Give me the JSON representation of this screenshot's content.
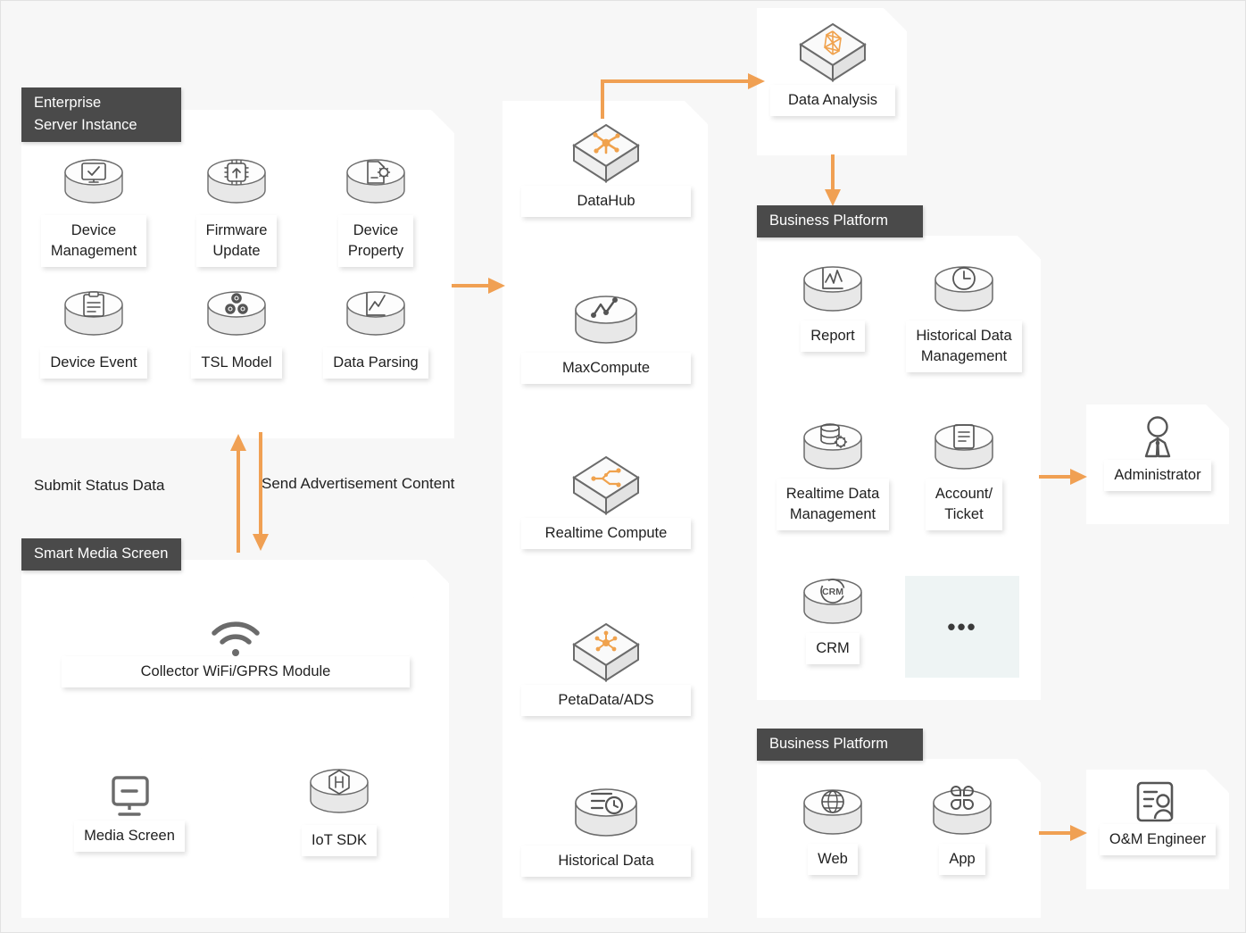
{
  "colors": {
    "arrow": "#f0a053",
    "panel_bg": "#ffffff",
    "canvas_bg": "#f7f7f7",
    "title_bg": "#4a4a4a",
    "title_fg": "#ffffff",
    "icon_stroke": "#6b6b6b",
    "icon_accent": "#f0a24d",
    "ellipsis_bg": "#eef4f4"
  },
  "panels": {
    "enterprise_server": {
      "title": "Enterprise\nServer Instance",
      "nodes": [
        {
          "label": "Device\nManagement",
          "icon": "device-management-icon"
        },
        {
          "label": "Firmware\nUpdate",
          "icon": "firmware-update-icon"
        },
        {
          "label": "Device\nProperty",
          "icon": "device-property-icon"
        },
        {
          "label": "Device Event",
          "icon": "device-event-icon"
        },
        {
          "label": "TSL Model",
          "icon": "tsl-model-icon"
        },
        {
          "label": "Data Parsing",
          "icon": "data-parsing-icon"
        }
      ]
    },
    "smart_media_screen": {
      "title": "Smart Media Screen",
      "collector": {
        "label": "Collector WiFi/GPRS Module",
        "icon": "wifi-icon"
      },
      "nodes": [
        {
          "label": "Media Screen",
          "icon": "media-screen-icon"
        },
        {
          "label": "IoT SDK",
          "icon": "iot-sdk-icon"
        }
      ]
    },
    "data_stack": {
      "nodes": [
        {
          "label": "DataHub",
          "icon": "datahub-icon"
        },
        {
          "label": "MaxCompute",
          "icon": "maxcompute-icon"
        },
        {
          "label": "Realtime Compute",
          "icon": "realtime-compute-icon"
        },
        {
          "label": "PetaData/ADS",
          "icon": "petadata-ads-icon"
        },
        {
          "label": "Historical Data",
          "icon": "historical-data-icon"
        }
      ]
    },
    "data_analysis": {
      "node": {
        "label": "Data Analysis",
        "icon": "data-analysis-icon"
      }
    },
    "business_platform_top": {
      "title": "Business Platform",
      "nodes": [
        {
          "label": "Report",
          "icon": "report-icon"
        },
        {
          "label": "Historical Data\nManagement",
          "icon": "clock-icon"
        },
        {
          "label": "Realtime Data\nManagement",
          "icon": "database-gear-icon"
        },
        {
          "label": "Account/\nTicket",
          "icon": "ticket-icon"
        },
        {
          "label": "CRM",
          "icon": "crm-icon"
        }
      ],
      "more": "•••"
    },
    "business_platform_bottom": {
      "title": "Business Platform",
      "nodes": [
        {
          "label": "Web",
          "icon": "globe-icon"
        },
        {
          "label": "App",
          "icon": "app-grid-icon"
        }
      ]
    },
    "administrator": {
      "label": "Administrator",
      "icon": "administrator-icon"
    },
    "om_engineer": {
      "label": "O&M Engineer",
      "icon": "om-engineer-icon"
    }
  },
  "edge_labels": {
    "submit_status": "Submit Status Data",
    "send_advertisement": "Send Advertisement Content"
  }
}
